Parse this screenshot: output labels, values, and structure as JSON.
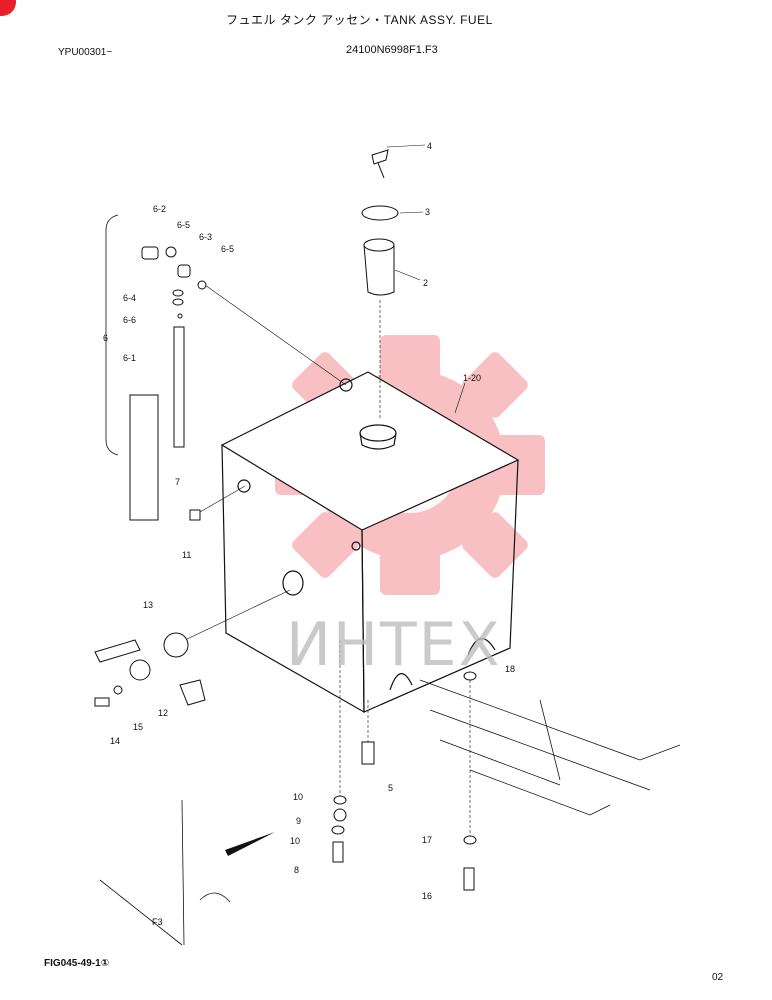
{
  "header": {
    "title": "フュエル タンク アッセン・TANK ASSY. FUEL",
    "serial": "YPU00301~",
    "part_number": "24100N6998F1.F3"
  },
  "footer": {
    "figure": "FIG045-49-1①",
    "page": "02"
  },
  "watermark": {
    "text": "ИНТЕХ",
    "color": "#e8202a"
  },
  "callouts": {
    "c4": "4",
    "c3": "3",
    "c2": "2",
    "c6_2": "6-2",
    "c6_5a": "6-5",
    "c6_3": "6-3",
    "c6_5b": "6-5",
    "c6_4": "6-4",
    "c6_6": "6-6",
    "c6": "6",
    "c6_1": "6-1",
    "c7": "7",
    "c1_20": "1-20",
    "c11": "11",
    "c13": "13",
    "c12": "12",
    "c15": "15",
    "c14": "14",
    "c18": "18",
    "c5": "5",
    "c10a": "10",
    "c9": "9",
    "c10b": "10",
    "c8": "8",
    "c17": "17",
    "c16": "16",
    "f3": "F3"
  }
}
